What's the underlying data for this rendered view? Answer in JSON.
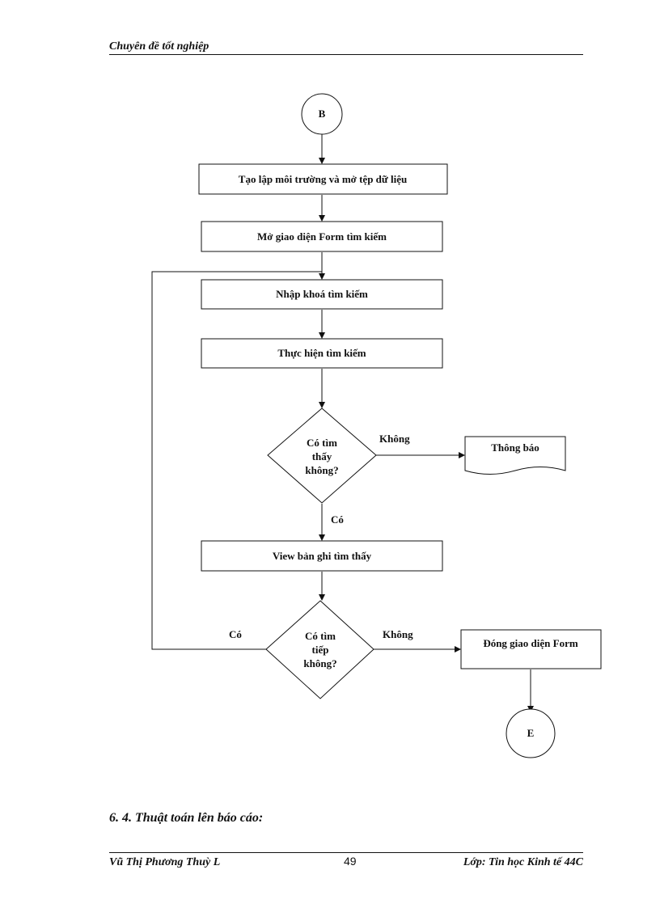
{
  "header": {
    "title": "Chuyên đề tốt nghiệp"
  },
  "flowchart": {
    "start_connector": "B",
    "step_1": "Tạo lập môi trường và mở tệp dữ liệu",
    "step_2": "Mở giao diện Form tìm kiếm",
    "step_3": "Nhập khoá tìm kiếm",
    "step_4": "Thực hiện tìm kiếm",
    "decision_1": {
      "line_1": "Có tìm",
      "line_2": "thấy",
      "line_3": "không?"
    },
    "decision_1_no": "Không",
    "decision_1_yes": "Có",
    "notice": "Thông báo",
    "step_5": "View bản ghi tìm thấy",
    "decision_2": {
      "line_1": "Có tìm",
      "line_2": "tiếp",
      "line_3": "không?"
    },
    "decision_2_no": "Không",
    "decision_2_yes": "Có",
    "step_6": "Đóng giao diện Form",
    "end_connector": "E"
  },
  "section": {
    "title": "6. 4. Thuật toán lên báo cáo:"
  },
  "footer": {
    "author": "Vũ Thị Phương Thuỳ L",
    "page_number": "49",
    "class_info": "Lớp: Tin học Kinh tế 44C"
  }
}
